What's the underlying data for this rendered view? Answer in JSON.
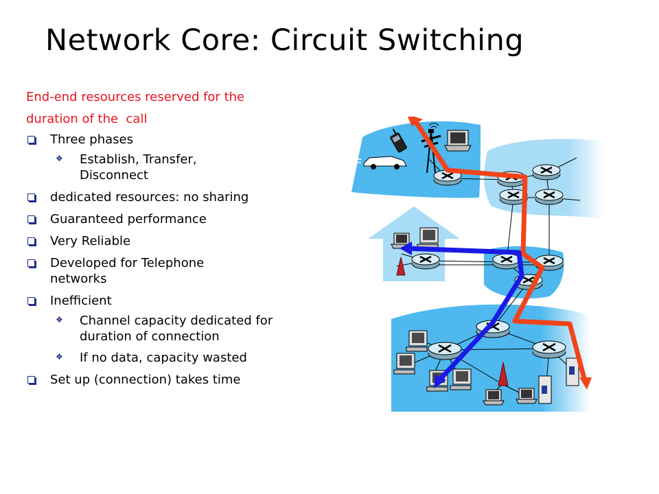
{
  "slide": {
    "title": "Network Core: Circuit Switching",
    "intro_line1": "End-end resources reserved for the",
    "intro_line2": "duration of the  call",
    "bullets": [
      {
        "text": "Three phases",
        "sub": [
          "Establish, Transfer, Disconnect"
        ]
      },
      {
        "text": "dedicated resources: no sharing",
        "sub": []
      },
      {
        "text": "Guaranteed performance",
        "sub": []
      },
      {
        "text": "Very Reliable",
        "sub": []
      },
      {
        "text": "Developed for Telephone networks",
        "sub": []
      },
      {
        "text": "Inefficient",
        "sub": [
          "Channel capacity dedicated for duration of connection",
          "If no data, capacity wasted"
        ]
      },
      {
        "text": "Set up (connection) takes time",
        "sub": []
      }
    ]
  },
  "colors": {
    "title_text": "#000000",
    "intro_text": "#e8141d",
    "bullet_mark": "#1e2d8a",
    "network_fill": "#4fb8ee",
    "home_fill": "#a9dcf6",
    "path_red": "#f1441a",
    "path_blue": "#1a1ae6"
  },
  "diagram": {
    "icons": [
      "router-icon",
      "cell-phone-icon",
      "car-icon",
      "antenna-tower-icon",
      "laptop-icon",
      "desktop-computer-icon",
      "wireless-access-point-icon",
      "server-icon",
      "house-icon"
    ]
  }
}
